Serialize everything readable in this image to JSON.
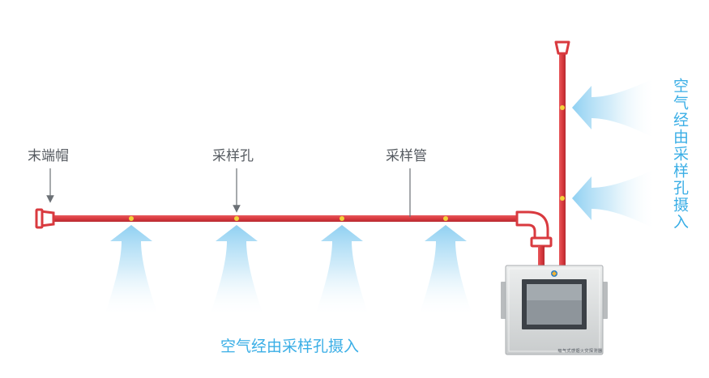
{
  "labels": {
    "end_cap": "末端帽",
    "sampling_hole": "采样孔",
    "sampling_pipe": "采样管"
  },
  "captions": {
    "horizontal": "空气经由采样孔摄入",
    "vertical": "空气经由采样孔摄入"
  },
  "device": {
    "name_plate": "吸气式感烟火灾探测器"
  },
  "colors": {
    "pipe": "#d93a3f",
    "hole": "#f2d23a",
    "airflow": "#8fd0f2",
    "text_gray": "#555a60",
    "text_blue": "#3aaee6",
    "device_panel": "#d9dbdc",
    "screen": "#8e959b"
  }
}
